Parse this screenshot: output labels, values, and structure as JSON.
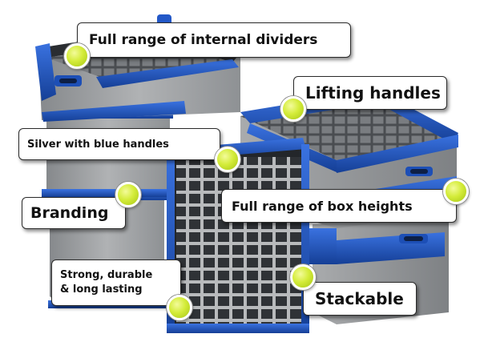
{
  "callouts": {
    "internal_dividers": "Full range of internal dividers",
    "lifting_handles": "Lifting handles",
    "silver_blue_handles": "Silver with blue handles",
    "branding": "Branding",
    "box_heights": "Full range of box heights",
    "strong_line1": "Strong, durable",
    "strong_line2": "& long lasting",
    "stackable": "Stackable"
  },
  "colors": {
    "box_silver": "#9a9c9e",
    "box_blue": "#1c50b8",
    "bullet_green": "#c8e32a",
    "callout_border": "#2a2a2a"
  }
}
